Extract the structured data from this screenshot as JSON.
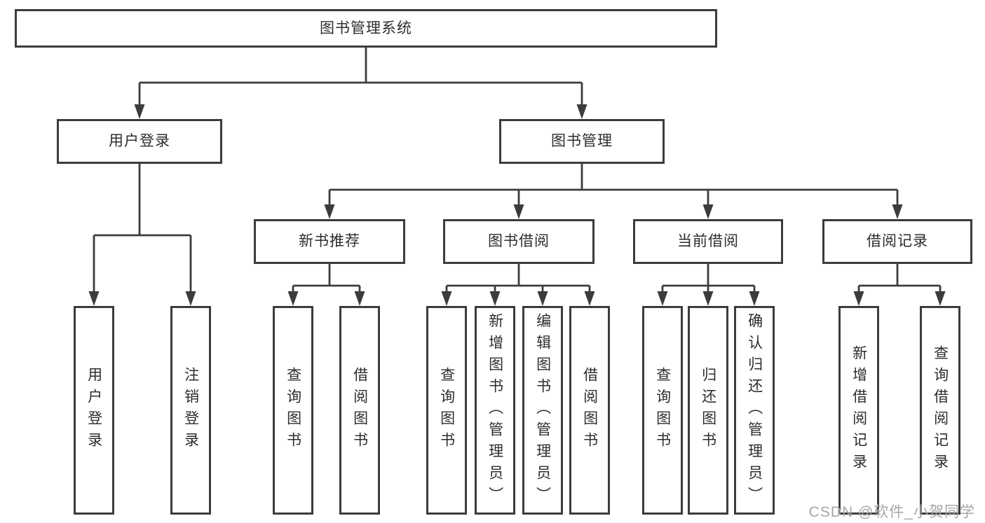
{
  "nodes": {
    "root": "图书管理系统",
    "user_login": "用户登录",
    "book_mgmt": "图书管理",
    "new_book_rec": "新书推荐",
    "book_borrow": "图书借阅",
    "current_borrow": "当前借阅",
    "borrow_records": "借阅记录",
    "leaf_user_login": "用户登录",
    "leaf_logout": "注销登录",
    "leaf_query_book_1": "查询图书",
    "leaf_borrow_book_1": "借阅图书",
    "leaf_query_book_2": "查询图书",
    "leaf_add_book": "新增图书（管理员）",
    "leaf_edit_book": "编辑图书（管理员）",
    "leaf_borrow_book_2": "借阅图书",
    "leaf_query_book_3": "查询图书",
    "leaf_return_book": "归还图书",
    "leaf_confirm_return": "确认归还（管理员）",
    "leaf_add_record": "新增借阅记录",
    "leaf_query_record": "查询借阅记录"
  },
  "watermark": {
    "text": "CSDN @软件_小贺同学"
  },
  "colors": {
    "line": "#3c3c3c",
    "text": "#2d2d2d",
    "watermark": "#a6a6a6",
    "background": "#ffffff"
  }
}
